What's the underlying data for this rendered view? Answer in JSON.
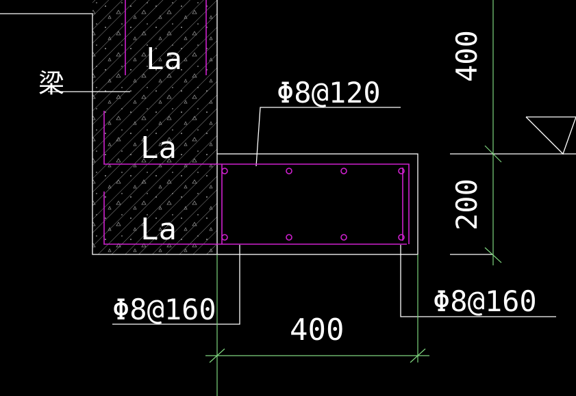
{
  "labels": {
    "beam": "梁",
    "la_top": "La",
    "la_mid": "La",
    "la_bottom": "La",
    "rebar_top": "Φ8@120",
    "rebar_bottom_left": "Φ8@160",
    "rebar_bottom_right": "Φ8@160",
    "dim_horizontal": "400",
    "dim_vertical_top": "400",
    "dim_vertical_bottom": "200"
  },
  "colors": {
    "background": "#000000",
    "outline": "#ffffff",
    "rebar": "#d020d0",
    "dimension": "#7fd67f",
    "hatch": "#9a9a9a"
  }
}
